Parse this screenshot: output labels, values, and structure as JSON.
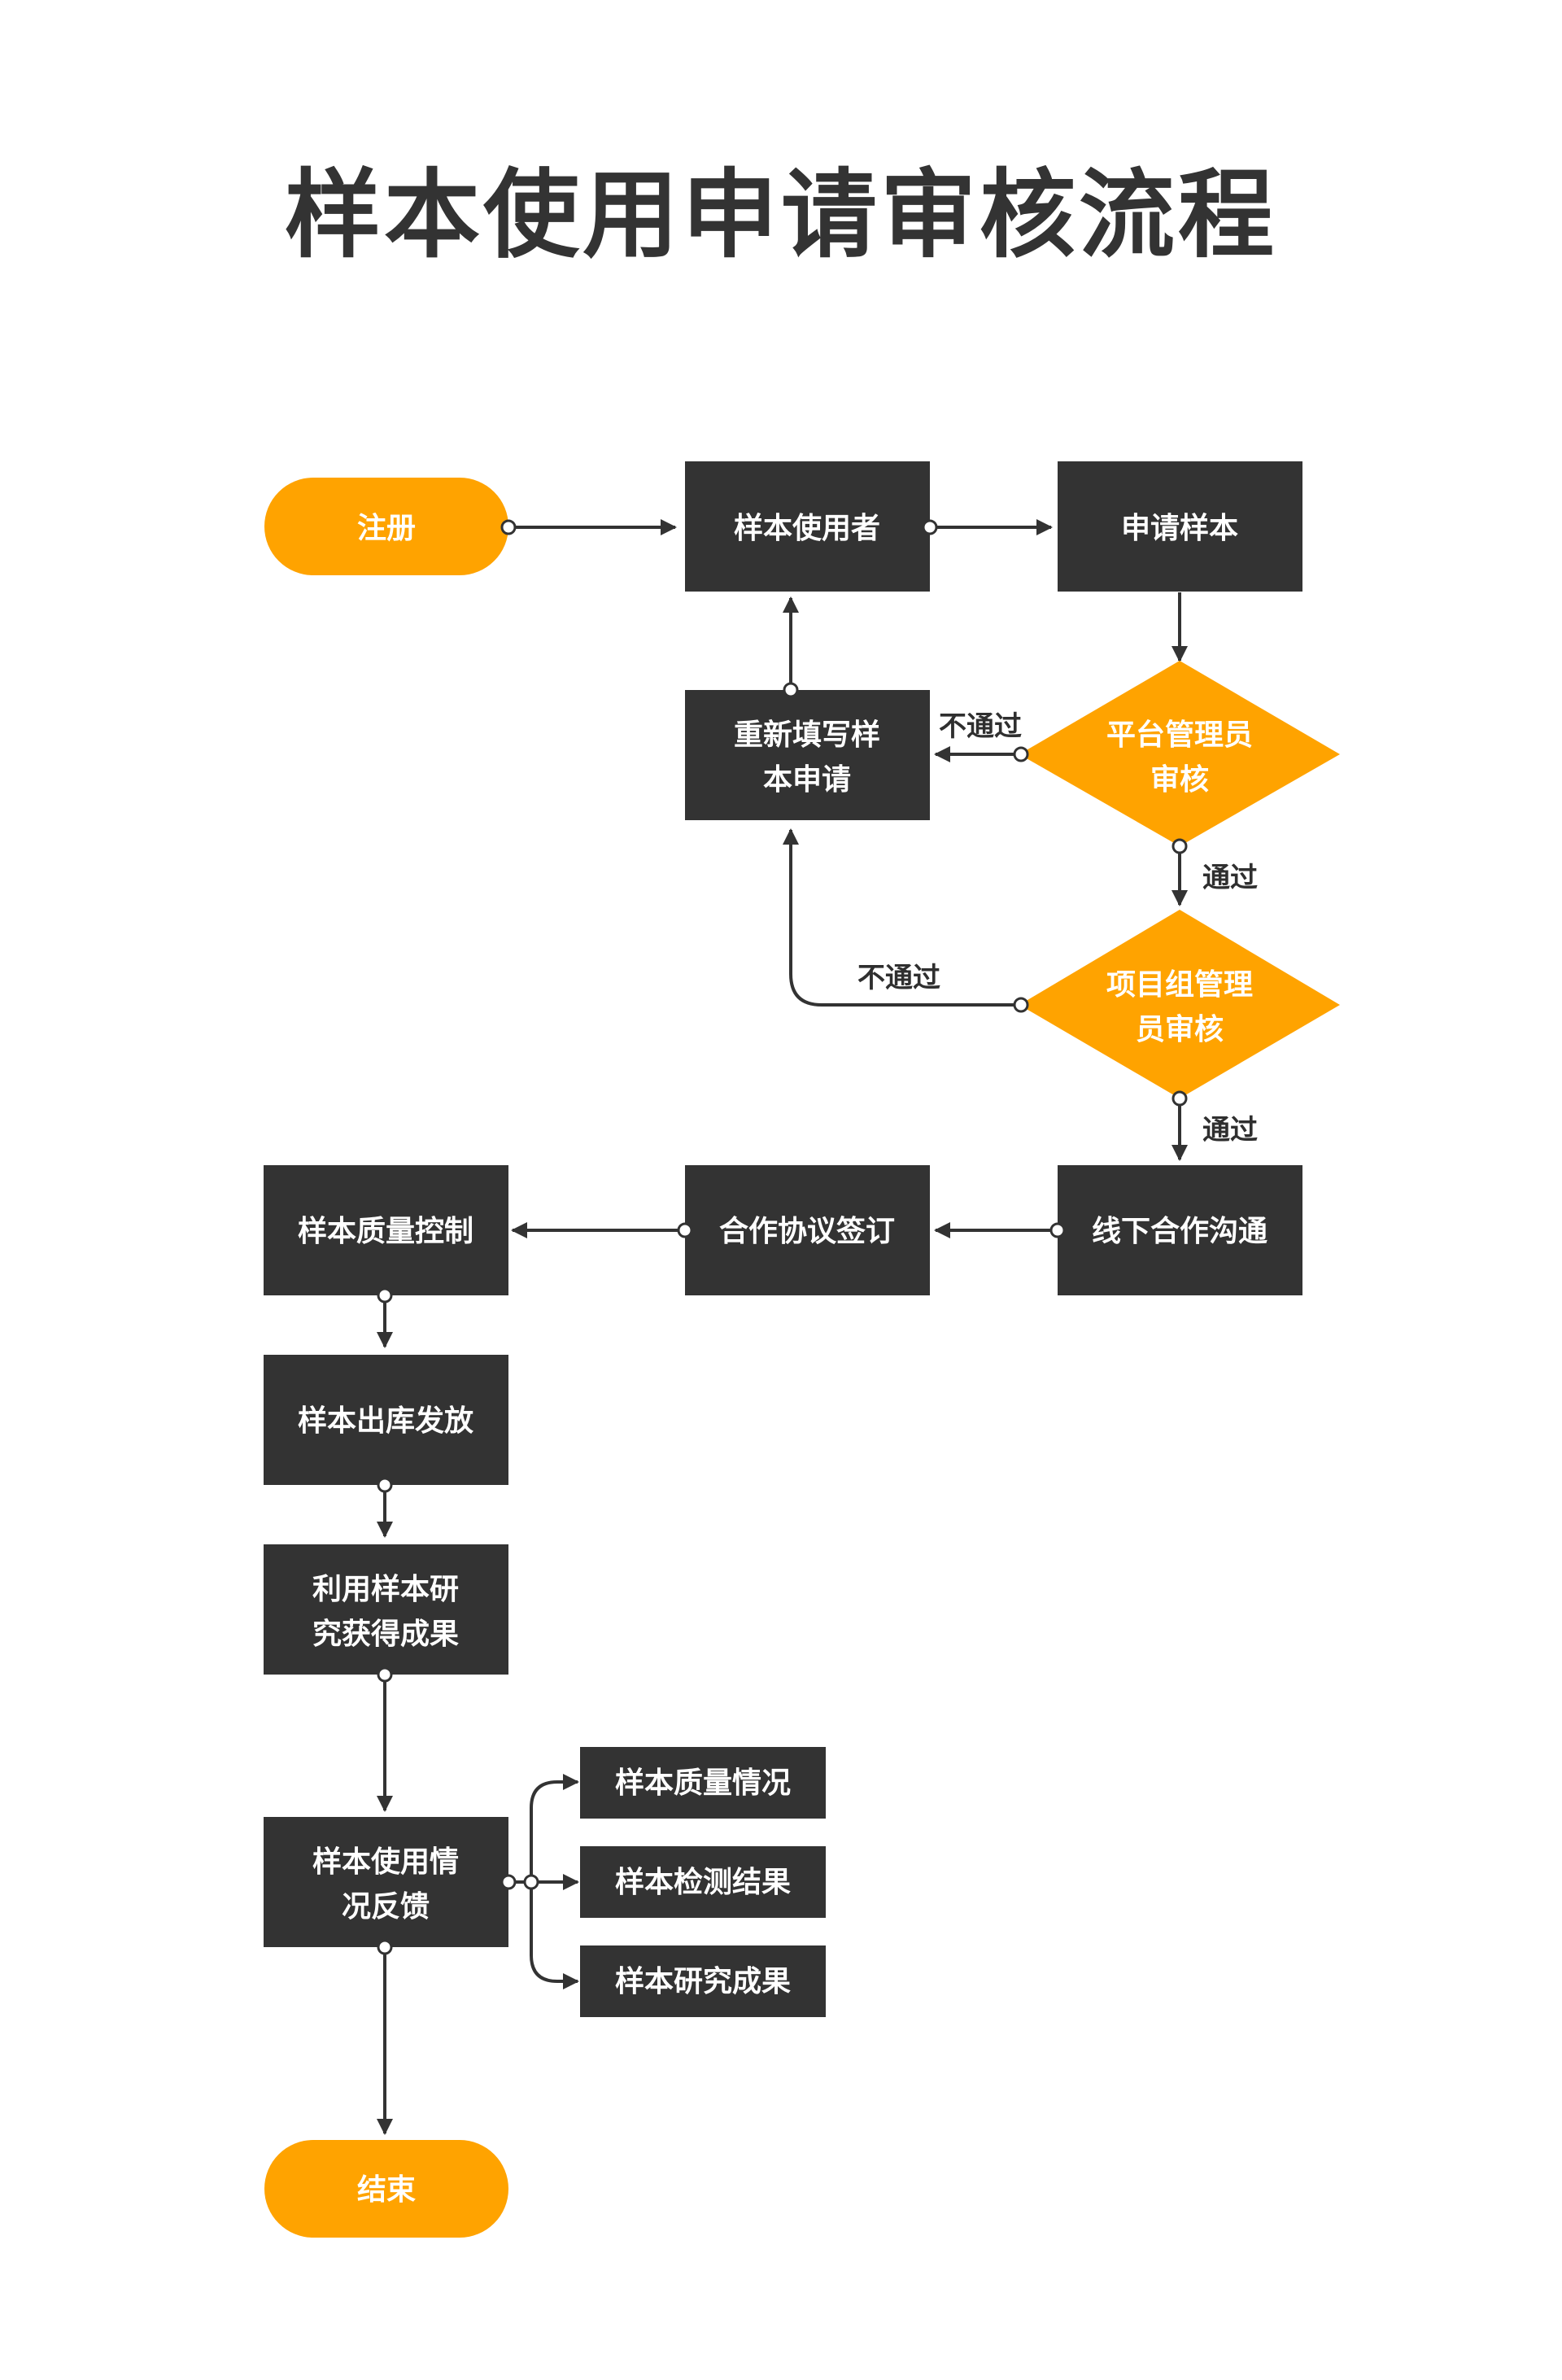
{
  "title": "样本使用申请审核流程",
  "colors": {
    "dark": "#333333",
    "accent": "#FFA300",
    "text_light": "#ffffff"
  },
  "nodes": {
    "register": "注册",
    "sample_user": "样本使用者",
    "apply_sample": [
      "申请样本"
    ],
    "refill": [
      "重新填写样",
      "本申请"
    ],
    "platform_review": [
      "平台管理员",
      "审核"
    ],
    "project_review": [
      "项目组管理",
      "员审核"
    ],
    "offline_comm": [
      "线下合作沟通"
    ],
    "agreement": [
      "合作协议签订"
    ],
    "quality_control": [
      "样本质量控制"
    ],
    "outbound": [
      "样本出库发放"
    ],
    "research": [
      "利用样本研",
      "究获得成果"
    ],
    "feedback": [
      "样本使用情",
      "况反馈"
    ],
    "feedback_quality": [
      "样本质量情况"
    ],
    "feedback_test": [
      "样本检测结果"
    ],
    "feedback_research": [
      "样本研究成果"
    ],
    "end": "结束"
  },
  "edges": {
    "platform_fail": "不通过",
    "platform_pass": "通过",
    "project_fail": "不通过",
    "project_pass": "通过"
  }
}
